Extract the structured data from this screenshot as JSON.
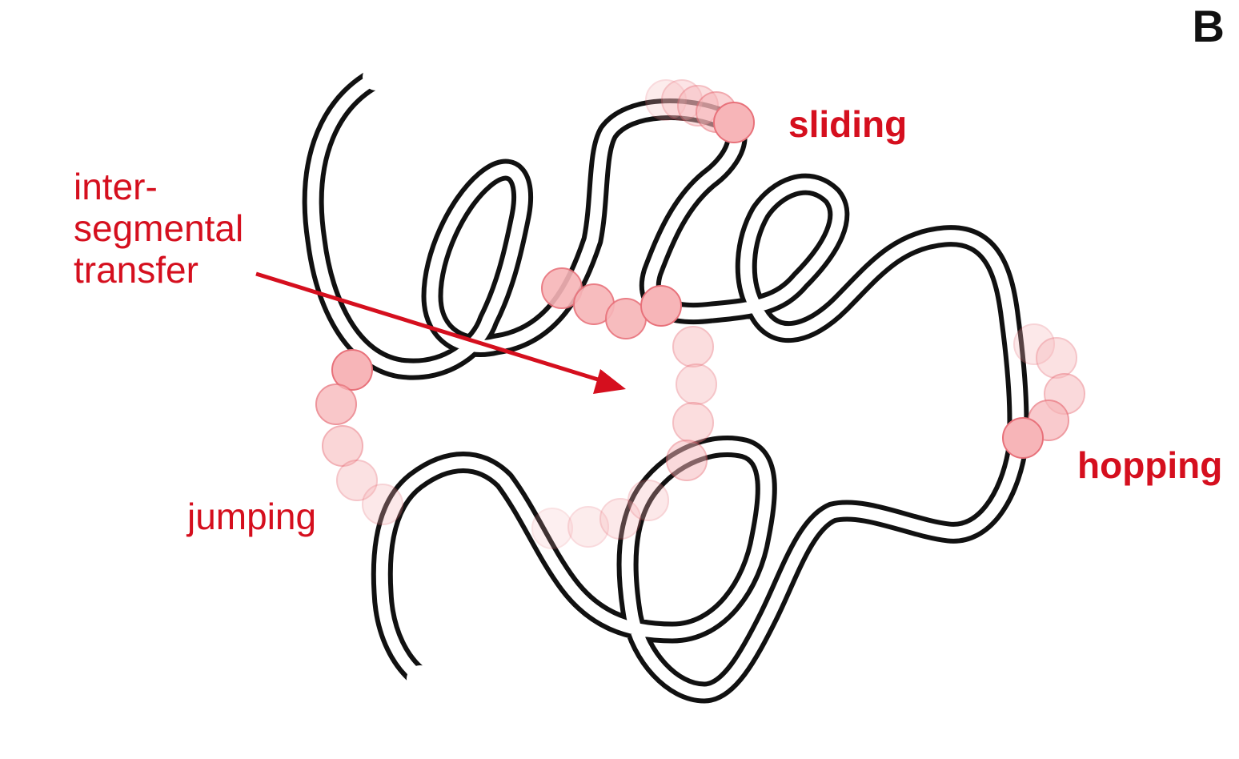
{
  "panel_letter": "B",
  "labels": {
    "sliding": "sliding",
    "hopping": "hopping",
    "jumping": "jumping",
    "intersegmental": [
      "inter-",
      "segmental",
      "transfer"
    ]
  },
  "colors": {
    "strand": "#111111",
    "accent": "#d50f1e",
    "bead_fill": "#f7b5b8",
    "bead_stroke": "#e8717a"
  },
  "mechanisms": [
    "sliding",
    "hopping",
    "jumping",
    "intersegmental transfer"
  ]
}
